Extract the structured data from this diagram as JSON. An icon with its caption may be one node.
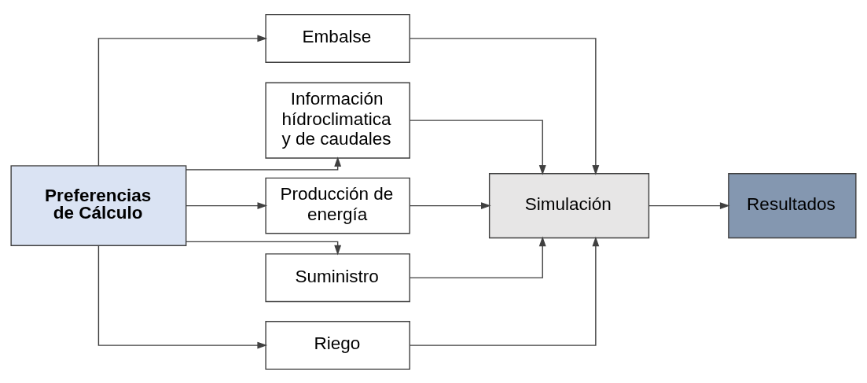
{
  "diagram": {
    "nodes": [
      {
        "text": [
          "Preferencias de Cálculo"
        ]
      },
      {
        "text": [
          "Embalse"
        ]
      },
      {
        "text": [
          "Información hídroclimatica y de caudales"
        ]
      },
      {
        "text": [
          "Producción de energía"
        ]
      },
      {
        "text": [
          "Suministro"
        ]
      },
      {
        "text": [
          "Riego"
        ]
      },
      {
        "text": [
          "Simulación"
        ]
      },
      {
        "text": [
          "Resultados"
        ]
      }
    ],
    "edges": [
      {
        "from": 0,
        "to": 1,
        "arrow": "to"
      },
      {
        "from": 0,
        "to": 2,
        "arrow": "to"
      },
      {
        "from": 0,
        "to": 3,
        "arrow": "to"
      },
      {
        "from": 0,
        "to": 4,
        "arrow": "to"
      },
      {
        "from": 0,
        "to": 5,
        "arrow": "to"
      },
      {
        "from": 1,
        "to": 6,
        "arrow": "to"
      },
      {
        "from": 2,
        "to": 6,
        "arrow": "to"
      },
      {
        "from": 3,
        "to": 6,
        "arrow": "to"
      },
      {
        "from": 4,
        "to": 6,
        "arrow": "to"
      },
      {
        "from": 5,
        "to": 6,
        "arrow": "to"
      },
      {
        "from": 6,
        "to": 7,
        "arrow": "to"
      }
    ]
  }
}
